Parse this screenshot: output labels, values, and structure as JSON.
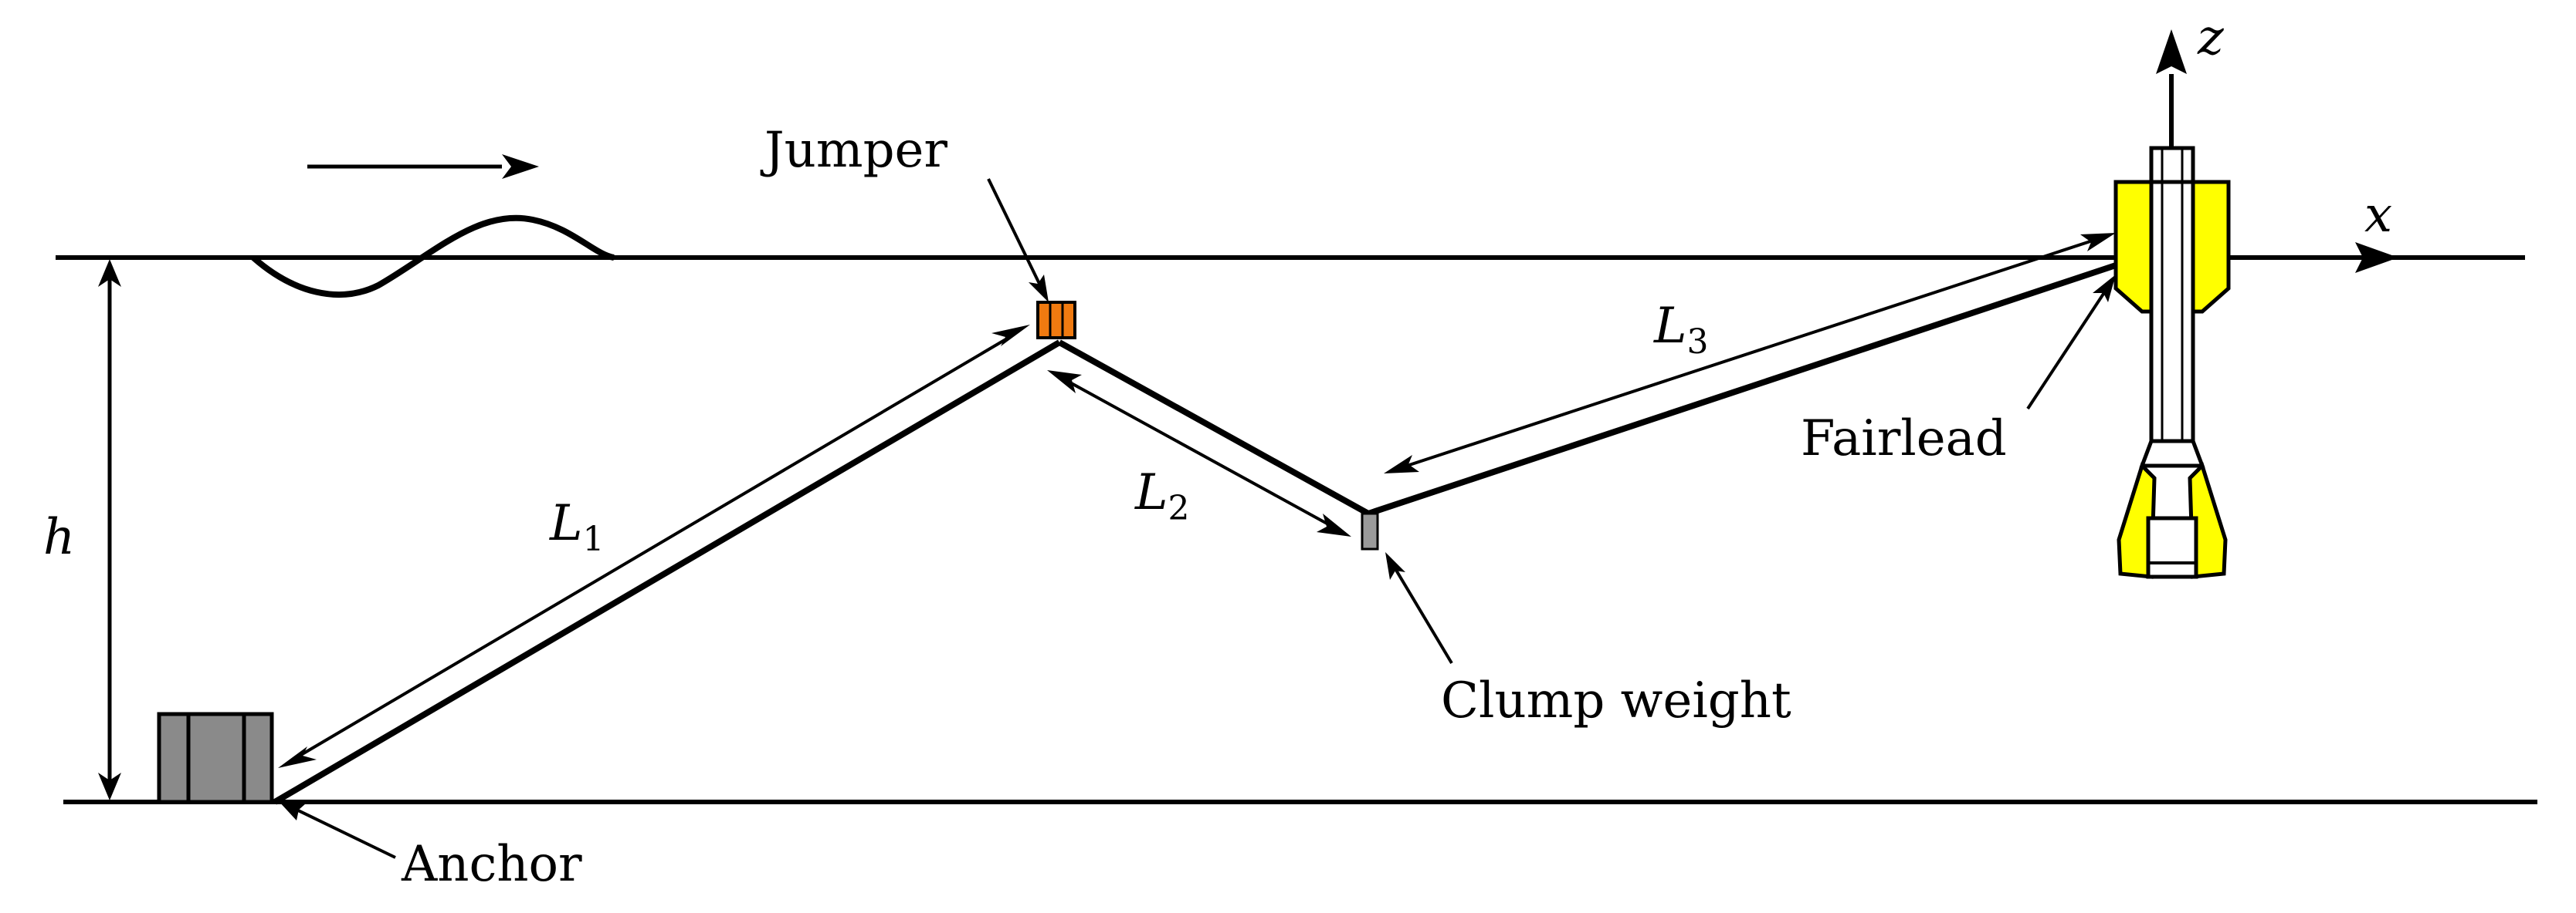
{
  "labels": {
    "jumper": "Jumper",
    "fairlead": "Fairlead",
    "clump_weight": "Clump weight",
    "anchor": "Anchor",
    "depth": "h",
    "axis_x": "x",
    "axis_z": "z",
    "segment_1": {
      "symbol": "L",
      "index": "1"
    },
    "segment_2": {
      "symbol": "L",
      "index": "2"
    },
    "segment_3": {
      "symbol": "L",
      "index": "3"
    }
  },
  "colors": {
    "line": "#000000",
    "anchor_fill": "#8a8a8a",
    "jumper_fill": "#f07a10",
    "clump_fill": "#9a9a9a",
    "platform_fill": "#ffff00"
  }
}
